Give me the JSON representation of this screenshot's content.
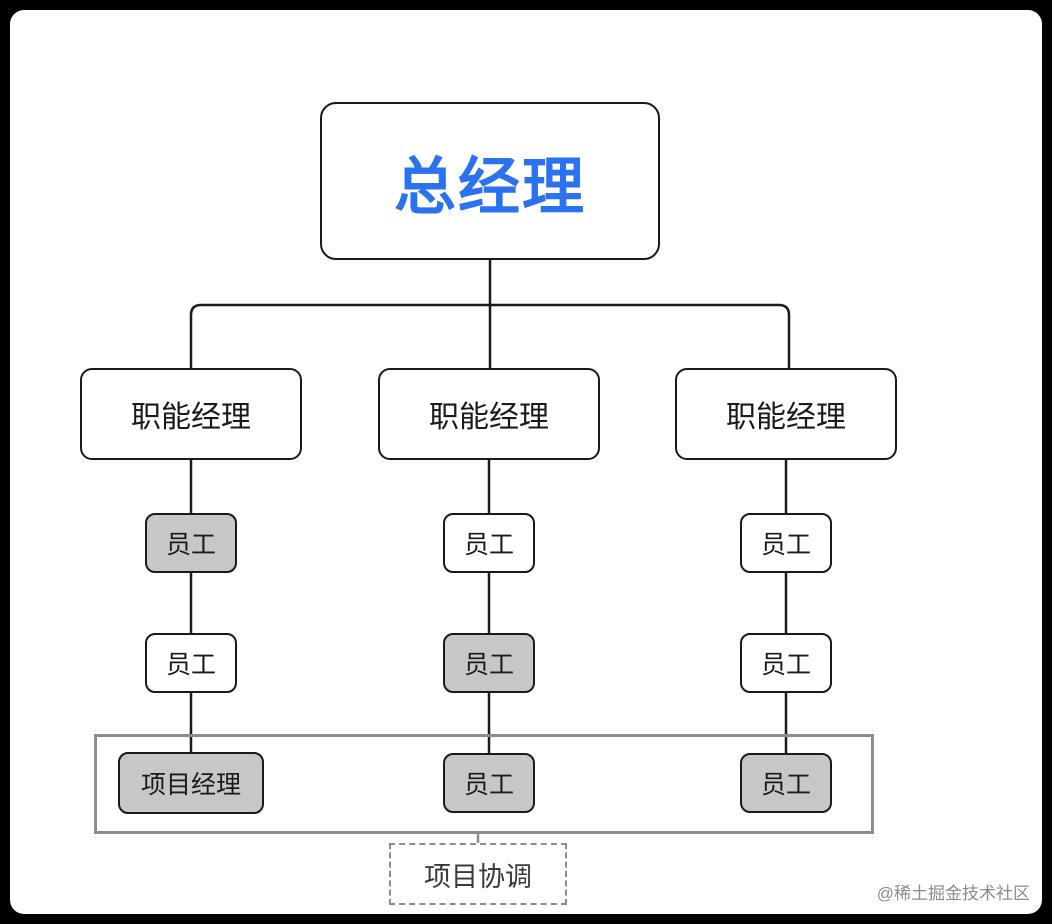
{
  "diagram": {
    "title_node": {
      "label": "总经理"
    },
    "managers": [
      {
        "label": "职能经理"
      },
      {
        "label": "职能经理"
      },
      {
        "label": "职能经理"
      }
    ],
    "columns": [
      {
        "rows": [
          {
            "label": "员工",
            "highlighted": true
          },
          {
            "label": "员工",
            "highlighted": false
          },
          {
            "label": "项目经理",
            "highlighted": true
          }
        ]
      },
      {
        "rows": [
          {
            "label": "员工",
            "highlighted": false
          },
          {
            "label": "员工",
            "highlighted": true
          },
          {
            "label": "员工",
            "highlighted": true
          }
        ]
      },
      {
        "rows": [
          {
            "label": "员工",
            "highlighted": false
          },
          {
            "label": "员工",
            "highlighted": false
          },
          {
            "label": "员工",
            "highlighted": true
          }
        ]
      }
    ],
    "group_label": {
      "label": "项目协调"
    },
    "colors": {
      "title_text": "#2a72f0",
      "node_border": "#1a1a1a",
      "highlight_fill": "#c7c7c7",
      "group_border": "#8d8d8d",
      "background": "#ffffff",
      "page_background": "#000000"
    }
  },
  "watermark": {
    "text": "@稀土掘金技术社区"
  }
}
